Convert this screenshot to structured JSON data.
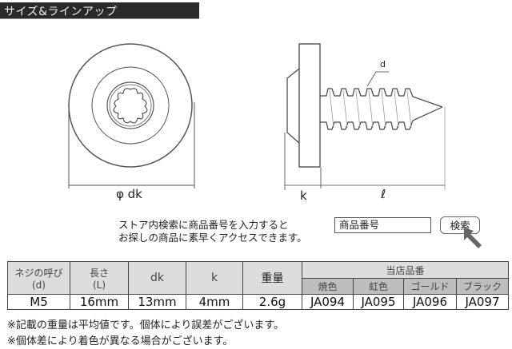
{
  "section_title": "サイズ&ラインアップ",
  "diagram": {
    "front_view_label": "φ dk",
    "side_view_labels": {
      "k": "k",
      "l": "ℓ",
      "d": "d"
    }
  },
  "search": {
    "instruction_line1": "ストア内検索に商品番号を入力すると",
    "instruction_line2": "お探しの商品に素早くアクセスできます。",
    "input_value": "商品番号",
    "button_label": "検索"
  },
  "spec_table": {
    "headers": {
      "thread": "ネジの呼び",
      "thread_sub": "(d)",
      "length": "長さ",
      "length_sub": "(L)",
      "dk": "dk",
      "k": "k",
      "weight": "重量",
      "item_no_group": "当店品番",
      "colors": [
        "焼色",
        "虹色",
        "ゴールド",
        "ブラック"
      ]
    },
    "row": {
      "thread": "M5",
      "length": "16mm",
      "dk": "13mm",
      "k": "4mm",
      "weight": "2.6g",
      "item_nos": [
        "JA094",
        "JA095",
        "JA096",
        "JA097"
      ]
    }
  },
  "notes": [
    "※記載の重量は平均値です。個体により誤差がございます。",
    "※個体差により着色が異なる場合がございます。"
  ]
}
